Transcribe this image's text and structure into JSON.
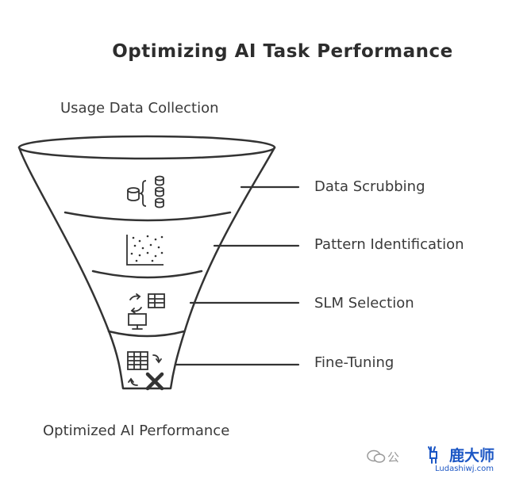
{
  "title": "Optimizing AI Task Performance",
  "top_label": "Usage Data Collection",
  "bottom_label": "Optimized AI Performance",
  "stages": [
    {
      "label": "Data Scrubbing",
      "icon": "database-cleanup-icon"
    },
    {
      "label": "Pattern Identification",
      "icon": "scatter-plot-icon"
    },
    {
      "label": "SLM Selection",
      "icon": "model-selection-icon"
    },
    {
      "label": "Fine-Tuning",
      "icon": "fine-tuning-icon"
    }
  ],
  "watermark": {
    "public_mark": "公",
    "brand_cn": "鹿大师",
    "brand_en": "Ludashiwj.com"
  },
  "colors": {
    "stroke": "#333333",
    "text": "#3a3a3a",
    "brand": "#1b56c4"
  }
}
